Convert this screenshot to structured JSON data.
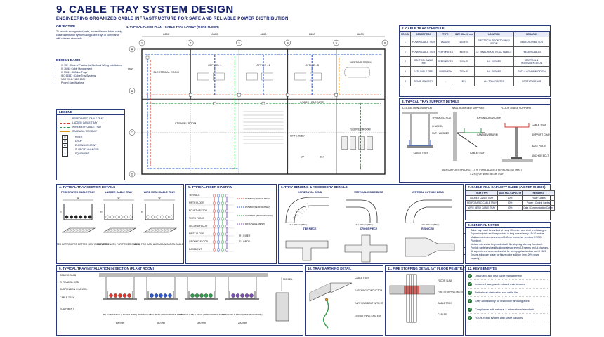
{
  "header": {
    "title": "9. CABLE TRAY SYSTEM DESIGN",
    "subtitle": "ENGINEERING ORGANIZED CABLE INFRASTRUCTURE FOR SAFE AND RELIABLE POWER DISTRIBUTION"
  },
  "objective": {
    "title": "OBJECTIVE",
    "text": "To provide an organized, safe, accessible and future-ready cable distribution system using cable trays in compliance with relevant standards."
  },
  "design_basis": {
    "title": "DESIGN BASIS",
    "items": [
      "IS 732 : Code of Practice for Electrical Wiring Installations",
      "IS 3696 : Cable Management",
      "IS 5561 : GI Cable Trays",
      "IEC 61537 : Cable Tray Systems",
      "NBC 2016 / NBC 2020",
      "Project Specifications"
    ]
  },
  "legend": {
    "title": "LEGEND",
    "items": [
      {
        "label": "PERFORATED CABLE TRAY",
        "color": "#2b55c9",
        "style": "dashed"
      },
      {
        "label": "LADDER CABLE TRAY",
        "color": "#d43a2f",
        "style": "dashed"
      },
      {
        "label": "WIRE MESH CABLE TRAY",
        "color": "#2f9a48",
        "style": "dashed"
      },
      {
        "label": "RACEWAY / CONDUIT",
        "color": "#e0961c",
        "style": "solid"
      }
    ],
    "symbols": [
      {
        "sym": "R",
        "label": "RISER"
      },
      {
        "sym": "D",
        "label": "DROP"
      },
      {
        "sym": "EJ",
        "label": "EXPANSION JOINT"
      },
      {
        "sym": "S",
        "label": "SUPPORT / HANGER"
      },
      {
        "sym": "E",
        "label": "EQUIPMENT"
      }
    ]
  },
  "floor_plan": {
    "title": "1. TYPICAL FLOOR PLAN - CABLE TRAY LAYOUT (THIRD FLOOR)",
    "dims": [
      "6600",
      "6600",
      "6600",
      "6600",
      "6600"
    ],
    "grid_cols": [
      "1",
      "2",
      "3",
      "4",
      "5",
      "6"
    ],
    "grid_rows": [
      "A",
      "B",
      "C",
      "D"
    ],
    "row_dim": "6600",
    "rooms": {
      "electrical": "ELECTRICAL ROOM",
      "office1": "OFFICE - 1",
      "office2": "OFFICE - 2",
      "office3": "OFFICE - 3",
      "meeting": "MEETING ROOM",
      "lt_panel": "LT PANEL ROOM",
      "lobby": "LOBBY / PASSAGE",
      "lift": "LIFT LOBBY",
      "server": "SERVER ROOM",
      "up": "UP",
      "dn": "DN"
    }
  },
  "schedule": {
    "title": "2. CABLE TRAY SCHEDULE",
    "headers": [
      "SR. NO.",
      "DESCRIPTION",
      "TYPE",
      "SIZE (W x H) mm",
      "LOCATION",
      "REMARKS"
    ],
    "rows": [
      [
        "1",
        "POWER CABLE TRAY",
        "LADDER",
        "600 x 75",
        "ELECTRICAL ROOM TO PANEL ROOM",
        "MAIN DISTRIBUTION"
      ],
      [
        "2",
        "POWER CABLE TRAY",
        "PERFORATED",
        "450 x 75",
        "LT PANEL ROOM TO ALL PANELS",
        "FEEDER CABLES"
      ],
      [
        "3",
        "CONTROL CABLE TRAY",
        "PERFORATED",
        "300 x 75",
        "ALL FLOORS",
        "CONTROL & INSTRUMENTATION"
      ],
      [
        "4",
        "DATA CABLE TRAY",
        "WIRE MESH",
        "200 x 50",
        "ALL FLOORS",
        "DATA & COMMUNICATION"
      ],
      [
        "5",
        "SPARE CAPACITY",
        "-",
        "20%",
        "ALL TRAY ROUTES",
        "FOR FUTURE USE"
      ]
    ]
  },
  "supports": {
    "title": "3. TYPICAL TRAY SUPPORT DETAILS",
    "ceiling": "CEILING HUNG SUPPORT",
    "wall": "WALL MOUNTED SUPPORT",
    "floor": "FLOOR / BASE SUPPORT",
    "labels": {
      "rod": "THREADED ROD",
      "channel": "CHANNEL",
      "nut": "NUT / WASHER",
      "tray": "CABLE TRAY",
      "anchor": "EXPANSION ANCHOR",
      "cantilever": "CANTILEVER ARM",
      "tray2": "CABLE TRAY",
      "tray3": "CABLE TRAY",
      "support_channel": "SUPPORT CHANNEL",
      "base_plate": "BASE PLATE",
      "anchor_bolt": "ANCHOR BOLT"
    },
    "spacing1": "MAX SUPPORT SPACING : 1.5 m (FOR LADDER & PERFORATED TRAY)",
    "spacing2": "1.2 m (FOR WIRE MESH TRAY)"
  },
  "sections": {
    "title": "4. TYPICAL TRAY SECTION DETAILS",
    "items": [
      {
        "name": "PERFORATED CABLE TRAY",
        "note": "VENTILATED BOTTOM FOR BETTER HEAT DISSIPATION"
      },
      {
        "name": "LADDER CABLE TRAY",
        "note": "HIGH STRENGTH FOR POWER CABLES"
      },
      {
        "name": "WIRE MESH CABLE TRAY",
        "note": "IDEAL FOR DATA & COMMUNICATION CABLES"
      }
    ],
    "w": "W",
    "h": "H"
  },
  "riser": {
    "title": "5. TYPICAL RISER DIAGRAM",
    "floors": [
      "TERRACE",
      "FIFTH FLOOR",
      "FOURTH FLOOR",
      "THIRD FLOOR",
      "SECOND FLOOR",
      "FIRST FLOOR",
      "GROUND FLOOR",
      "BASEMENT"
    ],
    "legend": [
      {
        "label": "POWER (LADDER TRAY)",
        "color": "#d43a2f"
      },
      {
        "label": "POWER (PERFORATED)",
        "color": "#2b55c9"
      },
      {
        "label": "CONTROL (PERFORATED)",
        "color": "#2f9a48"
      },
      {
        "label": "DATA (WIRE MESH)",
        "color": "#7a4fb0"
      }
    ],
    "r": "R - RISER",
    "d": "D - DROP"
  },
  "bends": {
    "title": "6. TRAY BENDING & ACCESSORY DETAILS",
    "items": [
      "HORIZONTAL BEND",
      "VERTICAL INSIDE BEND",
      "VERTICAL OUTSIDE BEND",
      "TEE PIECE",
      "CROSS PIECE",
      "REDUCER"
    ],
    "r1": "R = 300mm (MIN.)",
    "r2": "R = 300mm (MIN.)",
    "r3": "R = 300mm (MIN.)"
  },
  "fill": {
    "title": "7. CABLE FILL CAPACITY GUIDE (AS PER IS 3696)",
    "headers": [
      "TRAY TYPE",
      "MAX. FILL CAPACITY",
      "REMARKS"
    ],
    "rows": [
      [
        "LADDER CABLE TRAY",
        "40%",
        "Power Cables"
      ],
      [
        "PERFORATED CABLE TRAY",
        "40%",
        "Power / Control Cables"
      ],
      [
        "WIRE MESH CABLE TRAY",
        "50%",
        "Data / Communication Cables"
      ]
    ]
  },
  "notes": {
    "title": "8. GENERAL NOTES",
    "items": [
      "Cable trays shall be earthed at every 30 meters and at all level changes.",
      "Expansion joints shall be provided in long runs at every 15~20 meters.",
      "Maintain minimum clearance of 150mm from other services (HVAC / Plumbing).",
      "Vertical risers shall be provided with fire stopping at every floor level.",
      "Provide cable tray identification plates at every 15 meters and at changes.",
      "All supports and accessories shall be hot-dip galvanized as per IS 2629.",
      "Ensure adequate space for future cable addition (min. 20% spare capacity)."
    ]
  },
  "install": {
    "title": "9. TYPICAL TRAY INSTALLATION IN SECTION (PLANT ROOM)",
    "labels": {
      "ceiling": "CEILING SLAB",
      "rod": "THREADED ROD",
      "channel": "SUSPENSION CHANNEL",
      "tray": "CABLE TRAY",
      "equip": "EQUIPMENT",
      "height": "300 MIN."
    },
    "trays": [
      {
        "name": "HV CABLE TRAY (LADDER TYPE)",
        "size": "600 mm"
      },
      {
        "name": "POWER CABLE TRAY (PERFORATED TYPE)",
        "size": "450 mm"
      },
      {
        "name": "CONTROL CABLE TRAY (PERFORATED TYPE)",
        "size": "300 mm"
      },
      {
        "name": "DATA CABLE TRAY (WIRE MESH TYPE)",
        "size": "200 mm"
      }
    ]
  },
  "earthing": {
    "title": "10. TRAY EARTHING DETAIL",
    "labels": [
      "CABLE TRAY",
      "EARTHING CONDUCTOR (16mm² Cu)",
      "EARTHING BOLT WITH STAR WASHER",
      "TO EARTHING SYSTEM"
    ]
  },
  "fire": {
    "title": "11. FIRE STOPPING DETAIL (AT FLOOR PENETRATION)",
    "labels": [
      "FLOOR SLAB",
      "FIRE STOPPING MATERIAL",
      "CABLE TRAY",
      "CABLES"
    ]
  },
  "benefits": {
    "title": "12. KEY BENEFITS",
    "items": [
      "Organized and neat cable management",
      "Improved safety and reduced maintenance",
      "Better heat dissipation and cable life",
      "Easy accessibility for inspection and upgrades",
      "Compliance with national & international standards",
      "Future-ready system with spare capacity"
    ]
  }
}
